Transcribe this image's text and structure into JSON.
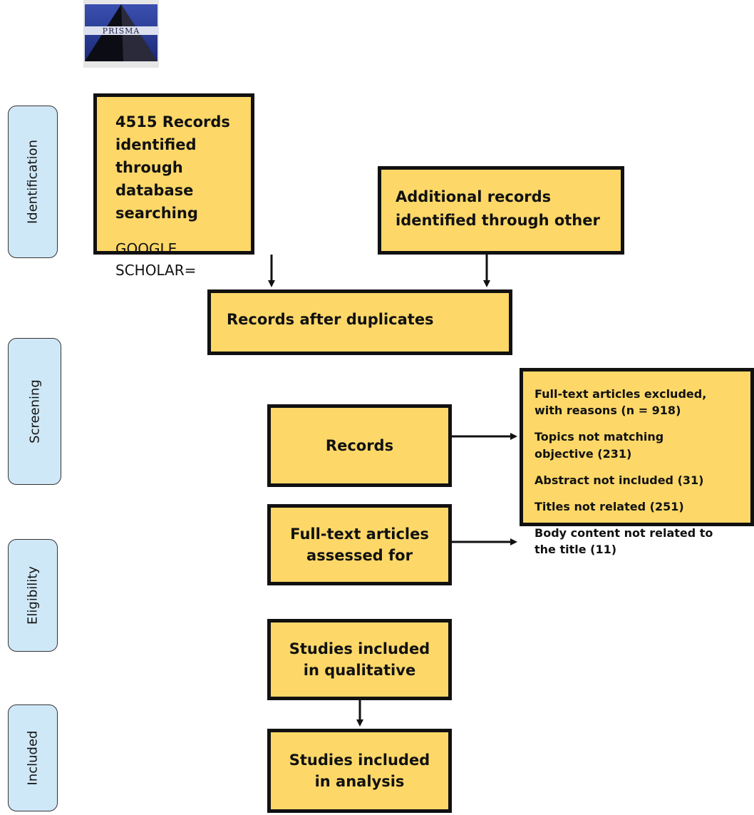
{
  "logo": {
    "text": "PRISMA"
  },
  "stages": {
    "identification": "Identification",
    "screening": "Screening",
    "eligibility": "Eligibility",
    "included": "Included"
  },
  "boxes": {
    "records_identified": {
      "line1": "4515 Records identified",
      "line2": "through database",
      "line3": "searching",
      "source": "GOOGLE SCHOLAR="
    },
    "additional_records": {
      "line1": "Additional records",
      "line2": "identified through other"
    },
    "records_after_duplicates": {
      "text": "Records after duplicates"
    },
    "records": {
      "text": "Records"
    },
    "full_text_assessed": {
      "line1": "Full-text articles",
      "line2": "assessed for"
    },
    "exclusions": {
      "line1": "Full-text articles excluded,",
      "line2": "with reasons  (n = 918)",
      "reason1_line1": "Topics not matching",
      "reason1_line2": "objective (231)",
      "reason2": "Abstract not included (31)",
      "reason3": "Titles not related (251)",
      "reason4_line1": "Body content not related to",
      "reason4_line2": "the title (11)"
    },
    "studies_qualitative": {
      "line1": "Studies included",
      "line2": "in qualitative"
    },
    "studies_analysis": {
      "line1": "Studies included",
      "line2": "in analysis"
    }
  },
  "colors": {
    "box_fill": "#fdd868",
    "box_border": "#111111",
    "stage_fill": "#cfe8f7"
  }
}
